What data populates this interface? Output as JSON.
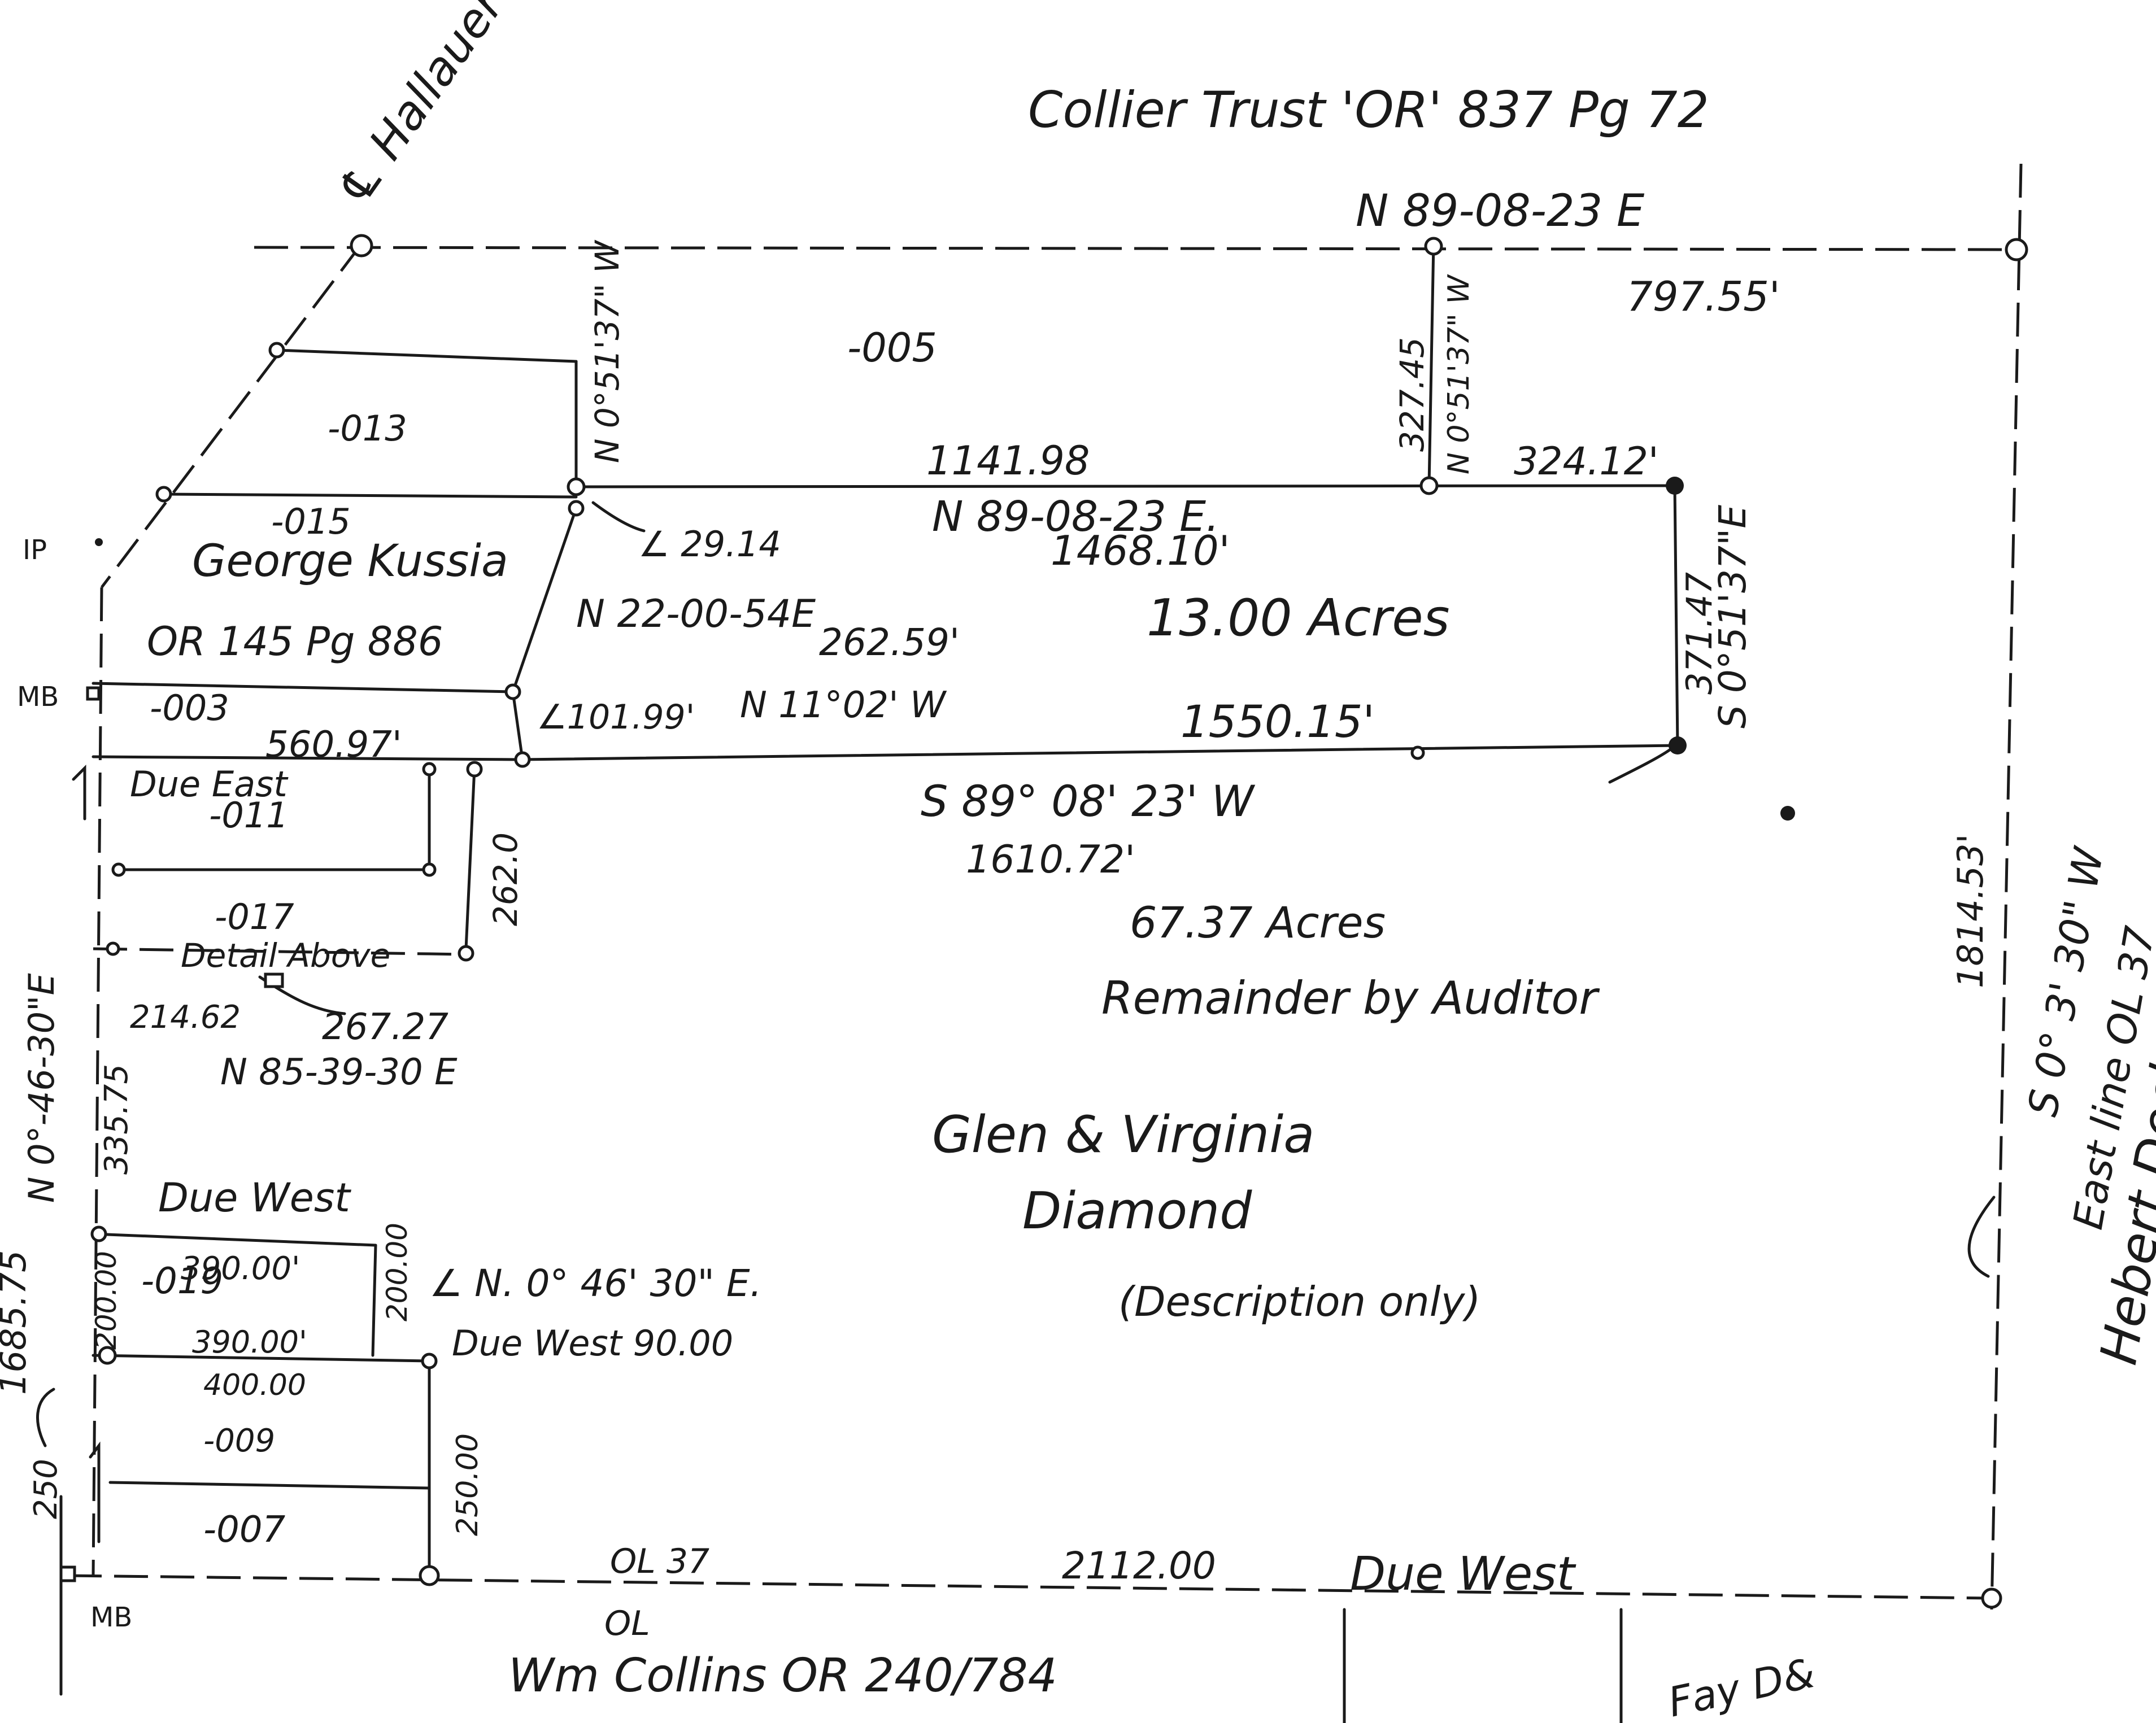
{
  "owners": {
    "north": "Collier Trust 'OR' 837 Pg 72",
    "road": "℄ Hallauer Rd",
    "kussia_line1": "George Kussia",
    "kussia_line2": "OR 145 Pg 886",
    "diamond_line1": "Glen & Virginia",
    "diamond_line2": "Diamond",
    "diamond_line3": "(Description only)",
    "remainder": "Remainder by Auditor",
    "south": "Wm Collins OR 240/784",
    "east": "Hebert Dechant",
    "southeast": "Fay D&"
  },
  "parcels": {
    "p005": "-005",
    "p013": "-013",
    "p015": "-015",
    "p003": "-003",
    "p011": "-011",
    "p017": "-017",
    "p019": "-019",
    "p009": "-009",
    "p007": "-007",
    "detail": "Detail Above"
  },
  "areas": {
    "main": "13.00 Acres",
    "remainder": "67.37 Acres"
  },
  "bearings": {
    "north_line": "N 89-08-23 E",
    "north_dist": "797.55'",
    "interior_bearing": "N 89-08-23 E.",
    "interior_dist": "1468.10'",
    "seg_1141": "1141.98",
    "seg_32412": "324.12'",
    "seg_32745": "327.45",
    "n0_5137_a": "N 0°51'37\" W",
    "n0_5137_b": "N 0°51'37\" W",
    "s0_5137": "S 0°51'37\"E",
    "seg_37147": "371.47",
    "angle_2914": "∠ 29.14",
    "n22": "N 22-00-54E",
    "seg_26259": "262.59'",
    "angle_10199": "∠101.99'",
    "n11": "N 11°02' W",
    "seg_155015": "1550.15'",
    "s89": "S 89° 08' 23' W",
    "seg_161072": "1610.72'",
    "seg_56097": "560.97'",
    "due_east": "Due East",
    "seg_2620": "262.0",
    "seg_21462": "214.62",
    "seg_26727": "267.27",
    "n85": "N 85-39-30 E",
    "seg_33575": "335.75",
    "n0_4630_west": "N 0°-46-30\"E",
    "total_west": "1685.75",
    "due_west_1": "Due West",
    "seg_390a": "390.00'",
    "seg_390b": "390.00'",
    "seg_20000a": "200.00",
    "seg_20000b": "200.00",
    "angle_n0_4630": "∠ N. 0° 46' 30\" E.",
    "due_west_90": "Due West 90.00",
    "seg_40000": "400.00",
    "seg_25000": "250.00",
    "seg_250": "250",
    "ol37": "OL 37",
    "ol": "OL",
    "seg_211200": "2112.00",
    "due_west_south": "Due West",
    "seg_181453": "1814.53'",
    "s0_3430": "S 0° 3' 30\" W",
    "east_line": "East line OL 37"
  },
  "markers": {
    "ip": "IP",
    "mb_top": "MB",
    "mb_bottom": "MB"
  }
}
